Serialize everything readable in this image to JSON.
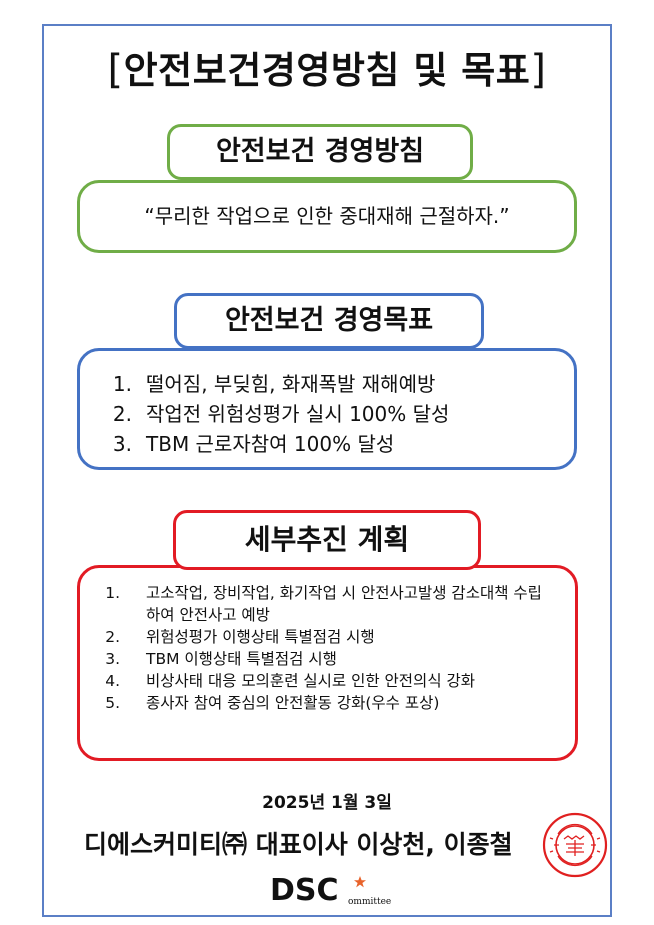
{
  "title": {
    "open_bracket": "[",
    "text": "안전보건경영방침 및 목표",
    "close_bracket": "]"
  },
  "policy": {
    "label": "안전보건 경영방침",
    "statement": "“무리한 작업으로 인한 중대재해 근절하자.”"
  },
  "goals": {
    "label": "안전보건 경영목표",
    "items": [
      {
        "num": "1.",
        "text": "떨어짐, 부딪힘, 화재폭발 재해예방"
      },
      {
        "num": "2.",
        "text": "작업전 위험성평가 실시 100% 달성"
      },
      {
        "num": "3.",
        "text": "TBM 근로자참여 100% 달성"
      }
    ]
  },
  "plan": {
    "label": "세부추진 계획",
    "items": [
      {
        "num": "1.",
        "text": "고소작업, 장비작업, 화기작업 시 안전사고발생 감소대책 수립하여 안전사고 예방"
      },
      {
        "num": "2.",
        "text": "위험성평가 이행상태 특별점검 시행"
      },
      {
        "num": "3.",
        "text": "TBM 이행상태 특별점검 시행"
      },
      {
        "num": "4.",
        "text": "비상사태 대응 모의훈련 실시로 인한 안전의식 강화"
      },
      {
        "num": "5.",
        "text": "종사자 참여 중심의 안전활동 강화(우수 포상)"
      }
    ]
  },
  "date": "2025년 1월 3일",
  "signature": "디에스커미티㈜ 대표이사 이상천, 이종철",
  "logo": {
    "main": "DSC",
    "sub": "ommittee"
  },
  "seal": {
    "icon": "company-seal"
  },
  "colors": {
    "frame": "#5b7fc6",
    "green": "#70ad47",
    "blue": "#4472c4",
    "red": "#e21b24",
    "seal": "#e02020"
  }
}
